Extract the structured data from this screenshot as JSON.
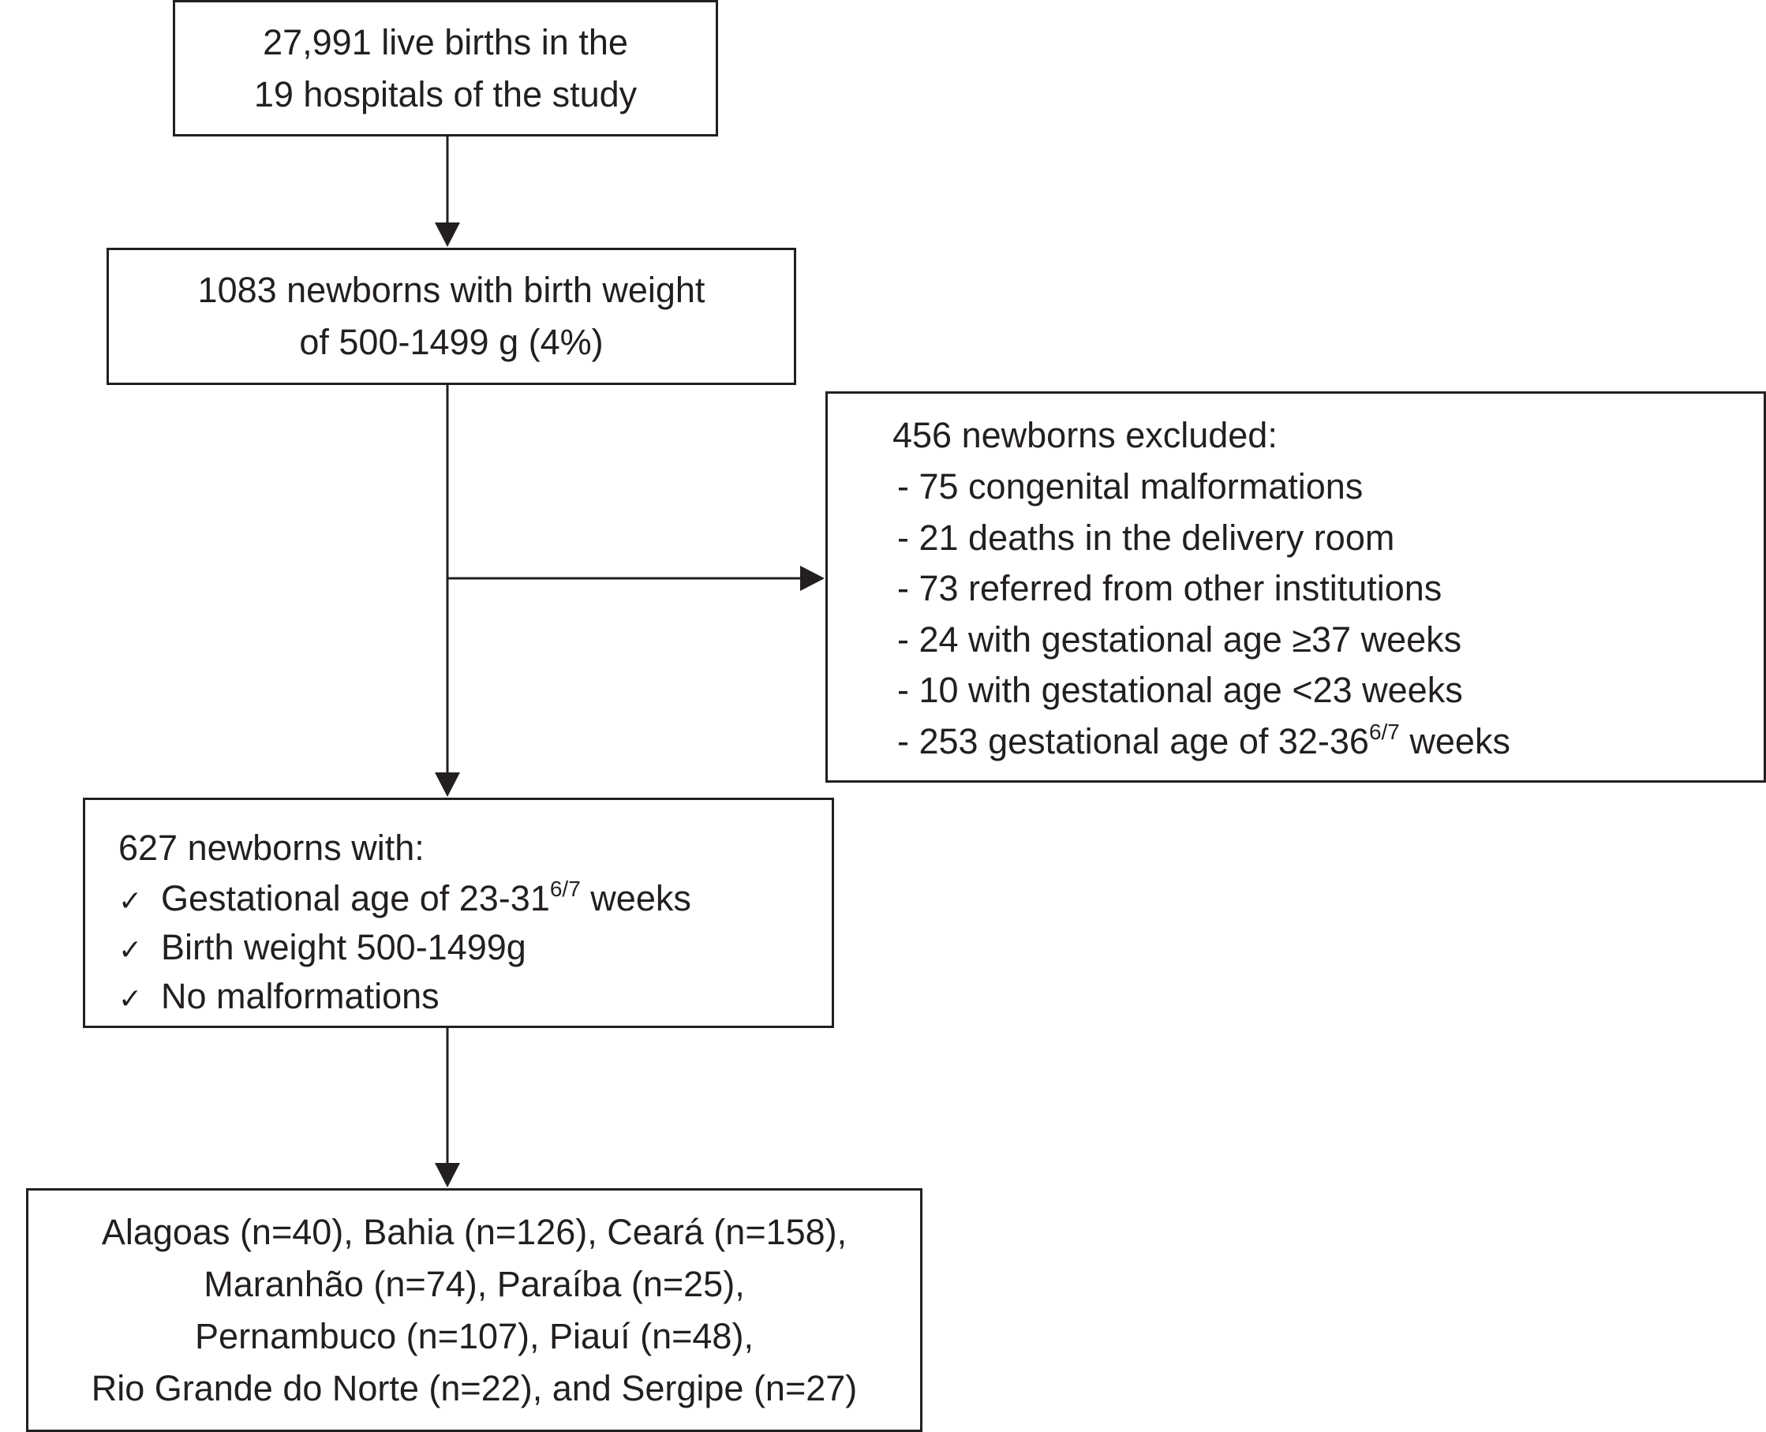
{
  "boxes": {
    "live_births": {
      "line1": "27,991 live births in the",
      "line2": "19 hospitals of the study"
    },
    "vlbw": {
      "line1": "1083 newborns with birth weight",
      "line2": "of 500-1499 g (4%)"
    },
    "excluded": {
      "header": "456 newborns excluded:",
      "items": [
        "- 75 congenital malformations",
        "- 21 deaths in the delivery room",
        "- 73 referred from other institutions",
        "- 24 with gestational age ≥37 weeks",
        "- 10 with gestational age <23 weeks"
      ],
      "last_item_prefix": "- 253 gestational age of 32-36",
      "last_item_sup": "6/7",
      "last_item_suffix": " weeks"
    },
    "included": {
      "header": "627 newborns with:",
      "check_glyph": "✓",
      "item1_prefix": "Gestational age of 23-31",
      "item1_sup": "6/7",
      "item1_suffix": " weeks",
      "item2": "Birth weight 500-1499g",
      "item3": "No malformations"
    },
    "states": {
      "lines": [
        "Alagoas (n=40), Bahia (n=126), Ceará (n=158),",
        "Maranhão (n=74), Paraíba (n=25),",
        "Pernambuco (n=107), Piauí (n=48),",
        "Rio Grande do Norte (n=22), and Sergipe (n=27)"
      ]
    }
  },
  "colors": {
    "ink": "#231f20",
    "background": "#ffffff"
  }
}
